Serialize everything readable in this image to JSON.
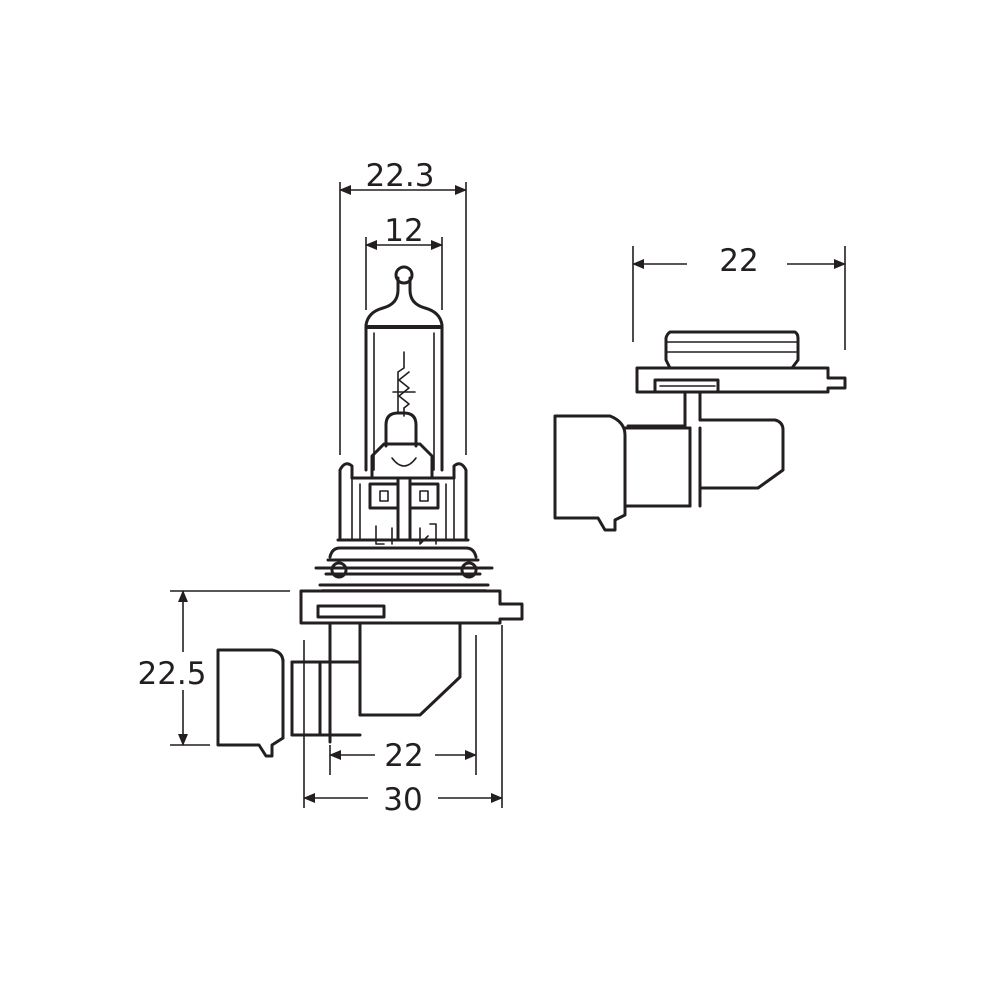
{
  "colors": {
    "line": "#231f20",
    "background": "#ffffff"
  },
  "dimensions": {
    "bulb_width": "22.3",
    "capsule_width": "12",
    "side_view_width": "22",
    "connector_height": "22.5",
    "socket_width": "22",
    "total_width": "30"
  }
}
